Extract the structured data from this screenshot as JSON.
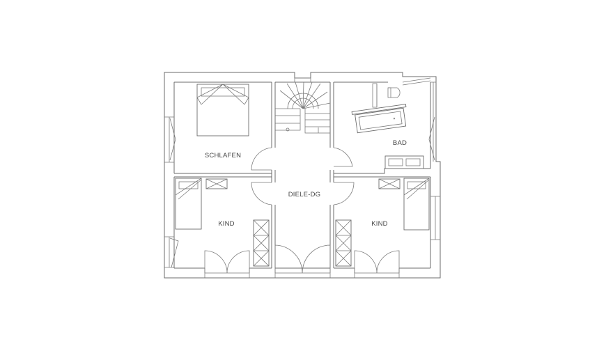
{
  "rooms": {
    "schlafen": "SCHLAFEN",
    "bad": "BAD",
    "diele": "DIELE-DG",
    "kind_left": "KIND",
    "kind_right": "KIND"
  },
  "colors": {
    "line": "#6b6b6b",
    "background": "#ffffff"
  }
}
